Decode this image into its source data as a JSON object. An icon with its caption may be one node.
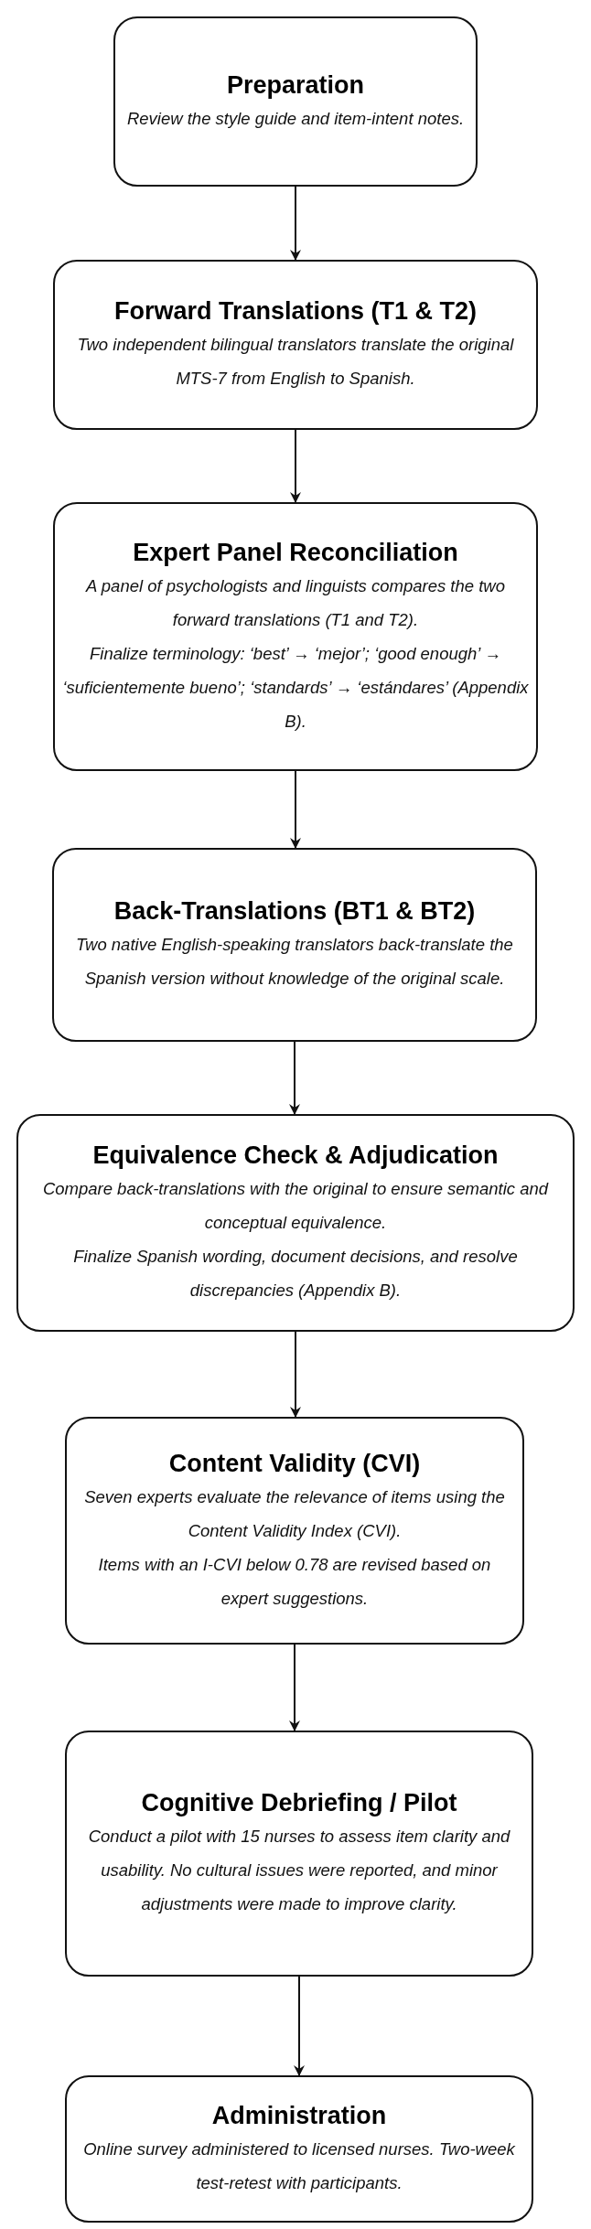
{
  "diagram": {
    "nodes": [
      {
        "text": [
          "Preparation",
          "Review the style guide and item-intent notes."
        ]
      },
      {
        "text": [
          "Forward Translations (T1 & T2)",
          "Two independent bilingual translators translate the original MTS-7 from English to Spanish."
        ]
      },
      {
        "text": [
          "Expert Panel Reconciliation",
          "A panel of psychologists and linguists compares the two forward translations (T1 and T2).",
          "Finalize terminology: ‘best’ → ‘mejor’; ‘good enough’ → ‘suficientemente bueno’; ‘standards’ → ‘estándares’ (Appendix B)."
        ]
      },
      {
        "text": [
          "Back-Translations (BT1 & BT2)",
          "Two native English-speaking translators back-translate the Spanish version without knowledge of the original scale."
        ]
      },
      {
        "text": [
          "Equivalence Check & Adjudication",
          "Compare back-translations with the original to ensure semantic and conceptual equivalence.",
          "Finalize Spanish wording, document decisions, and resolve discrepancies (Appendix B)."
        ]
      },
      {
        "text": [
          "Content Validity (CVI)",
          "Seven experts evaluate the relevance of items using the Content Validity Index (CVI).",
          "Items with an I-CVI below 0.78 are revised based on expert suggestions."
        ]
      },
      {
        "text": [
          "Cognitive Debriefing / Pilot",
          "Conduct a pilot with 15 nurses to assess item clarity and usability. No cultural issues were reported, and minor adjustments were made to improve clarity."
        ]
      },
      {
        "text": [
          "Administration",
          "Online survey administered to licensed nurses. Two-week test-retest with participants."
        ]
      }
    ],
    "edges": [
      {
        "from": 0,
        "to": 1,
        "arrow": "to"
      },
      {
        "from": 1,
        "to": 2,
        "arrow": "to"
      },
      {
        "from": 2,
        "to": 3,
        "arrow": "to"
      },
      {
        "from": 3,
        "to": 4,
        "arrow": "to"
      },
      {
        "from": 4,
        "to": 5,
        "arrow": "to"
      },
      {
        "from": 5,
        "to": 6,
        "arrow": "to"
      },
      {
        "from": 6,
        "to": 7,
        "arrow": "to"
      }
    ]
  }
}
